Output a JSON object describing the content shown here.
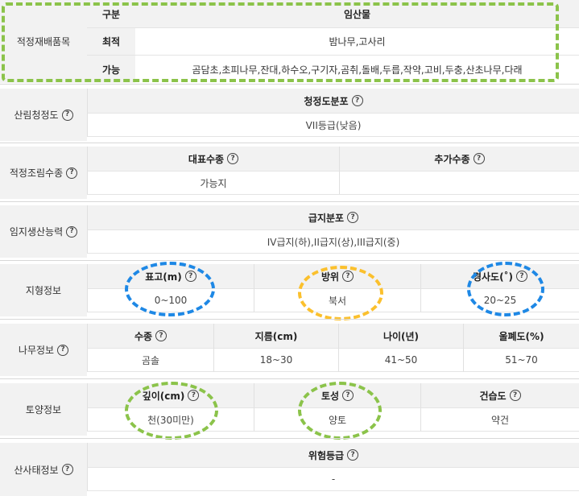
{
  "crop_section": {
    "label": "적정재배품목",
    "rows": [
      {
        "key": "구분",
        "value": "임산물",
        "header": true
      },
      {
        "key": "최적",
        "value": "밤나무,고사리"
      },
      {
        "key": "가능",
        "value": "곰담초,초피나무,잔대,하수오,구기자,곰취,돌배,두릅,작약,고비,두충,산초나무,다래"
      }
    ]
  },
  "forest_purity": {
    "label": "산림청정도",
    "header": "청정도분포",
    "value": "VII등급(낮음)"
  },
  "reforestation": {
    "label": "적정조림수종",
    "headers": [
      "대표수종",
      "추가수종"
    ],
    "values": [
      "가능지",
      ""
    ]
  },
  "site_productivity": {
    "label": "임지생산능력",
    "header": "급지분포",
    "value": "IV급지(하),II급지(상),III급지(중)"
  },
  "terrain": {
    "label": "지형정보",
    "headers": [
      "표고(m)",
      "방위",
      "경사도(˚)"
    ],
    "values": [
      "0~100",
      "북서",
      "20~25"
    ]
  },
  "tree_info": {
    "label": "나무정보",
    "headers": [
      "수종",
      "지름(cm)",
      "나이(년)",
      "울폐도(%)"
    ],
    "values": [
      "곰솔",
      "18~30",
      "41~50",
      "51~70"
    ]
  },
  "soil_info": {
    "label": "토양정보",
    "headers": [
      "깊이(cm)",
      "토성",
      "건습도"
    ],
    "values": [
      "천(30미만)",
      "양토",
      "약건"
    ]
  },
  "landslide": {
    "label": "산사태정보",
    "header": "위험등급",
    "value": "-"
  },
  "help_icon_glyph": "?",
  "annotation_colors": {
    "green": "#8bc34a",
    "blue": "#1e88e5",
    "yellow": "#fbc02d"
  }
}
